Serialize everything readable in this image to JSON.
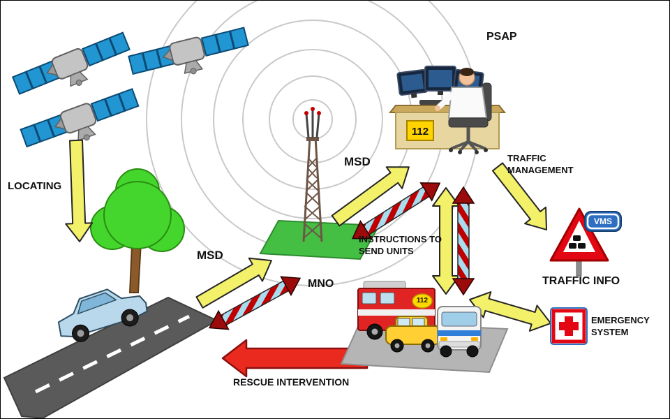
{
  "diagram": {
    "labels": {
      "locating": "LOCATING",
      "msd_car": "MSD",
      "msd_psap": "MSD",
      "mno": "MNO",
      "psap": "PSAP",
      "traffic_management": "TRAFFIC MANAGEMENT",
      "instructions_to_send_units": "INSTRUCTIONS TO SEND UNITS",
      "traffic_info": "TRAFFIC INFO",
      "emergency_system": "EMERGENCY SYSTEM",
      "rescue_intervention": "RESCUE INTERVENTION",
      "vms": "VMS",
      "psap_number": "112",
      "fire_truck_number": "112"
    },
    "colors": {
      "arrow_yellow": "#f3f06a",
      "arrow_outline": "#262626",
      "data_stripe_red": "#c00000",
      "data_stripe_blue": "#a8ddf0",
      "data_arrow_head": "#9c0b0b",
      "rescue_red": "#ea2a1e",
      "grass_green": "#44bf44",
      "sign_red": "#e30613",
      "vms_blue": "#2f6fc1",
      "wave_gray": "#c9c9c9"
    }
  }
}
